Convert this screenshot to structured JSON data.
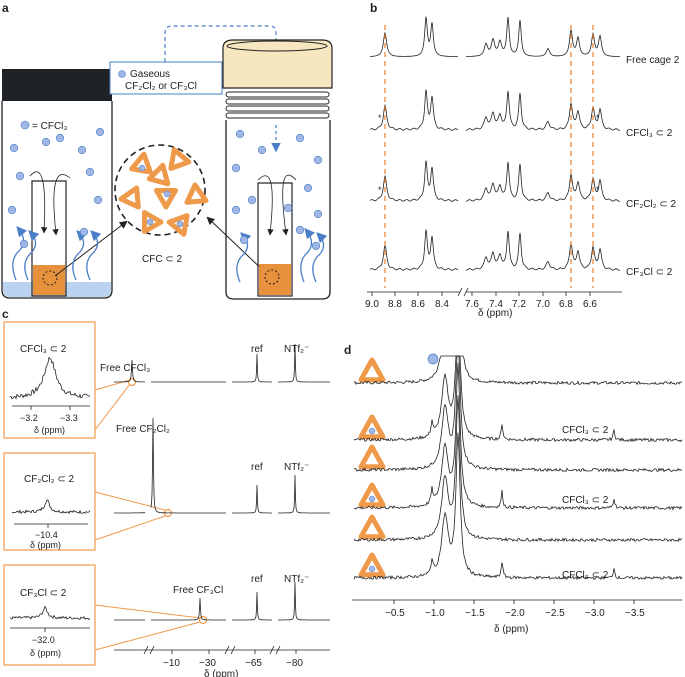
{
  "panels": {
    "a": {
      "letter": "a",
      "gas_line1": "Gaseous",
      "gas_line2": "CF₂Cl₂ or CF₃Cl",
      "legend_text": "= CFCl₃",
      "cfc_label": "CFC ⊂ 2"
    },
    "b": {
      "letter": "b",
      "rows": [
        "Free cage 2",
        "CFCl₃ ⊂ 2",
        "CF₂Cl₂ ⊂ 2",
        "CF₃Cl ⊂ 2"
      ],
      "ticks": [
        "9.0",
        "8.8",
        "8.6",
        "8.4",
        "7.6",
        "7.4",
        "7.2",
        "7.0",
        "6.8",
        "6.6"
      ],
      "xlabel": "δ (ppm)",
      "marker": "*"
    },
    "c": {
      "letter": "c",
      "insets": [
        {
          "title": "CFCl₃ ⊂ 2",
          "ticks": [
            "−3.2",
            "−3.3"
          ],
          "xlabel": "δ (ppm)"
        },
        {
          "title": "CF₂Cl₂ ⊂ 2",
          "ticks": [
            "−10.4"
          ],
          "xlabel": "δ (ppm)"
        },
        {
          "title": "CF₃Cl ⊂ 2",
          "ticks": [
            "−32.0"
          ],
          "xlabel": "δ (ppm)"
        }
      ],
      "free_labels": [
        "Free CFCl₃",
        "Free CF₂Cl₂",
        "Free CF₃Cl"
      ],
      "ref": "ref",
      "ntf": "NTf₂⁻",
      "ticks": [
        "−10",
        "−30",
        "−65",
        "−80"
      ],
      "xlabel": "δ (ppm)"
    },
    "d": {
      "letter": "d",
      "label": "CFCl₃ ⊂ 2",
      "ticks": [
        "−0.5",
        "−1.0",
        "−1.5",
        "−2.0",
        "−2.5",
        "−3.0",
        "−3.5"
      ],
      "xlabel": "δ (ppm)"
    }
  },
  "colors": {
    "orange": "#ef9a4a",
    "blue": "#4a7fc8",
    "sphere": "#9fb6e6",
    "cap": "#f6e7c1",
    "tube_fill": "#e8913c"
  }
}
